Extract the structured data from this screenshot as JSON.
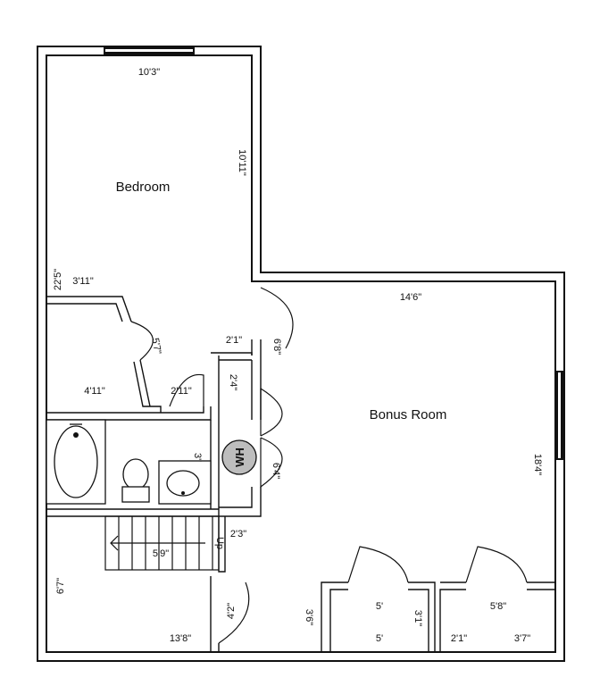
{
  "rooms": {
    "bedroom": "Bedroom",
    "bonus_room": "Bonus Room"
  },
  "water_heater": "WH",
  "stairs": {
    "direction": "Up"
  },
  "dimensions": {
    "bedroom_width": "10'3\"",
    "bedroom_depth": "10'11\"",
    "bedroom_side": "22'5\"",
    "closet_top": "3'11\"",
    "closet_diag": "5'7\"",
    "closet_bottom": "4'11\"",
    "hall_small": "2'11\"",
    "hall_top": "2'1\"",
    "door_right": "6'8\"",
    "closet_left": "2'4\"",
    "wh_side": "6'4\"",
    "bath_small": "3\"",
    "bonus_width": "14'6\"",
    "bonus_depth": "18'4\"",
    "stair_width": "5'9\"",
    "stair_landing": "2'3\"",
    "lower_left": "6'7\"",
    "lower_bottom": "13'8\"",
    "lower_door": "4'2\"",
    "lower_gap": "3'6\"",
    "closet_a_top": "5'",
    "closet_a_bottom": "5'",
    "closet_a_side": "3'1\"",
    "closet_b_top": "5'8\"",
    "closet_b_left": "2'1\"",
    "closet_b_right": "3'7\""
  },
  "colors": {
    "wall": "#111111",
    "water_heater_fill": "#bdbdbd",
    "background": "#ffffff"
  }
}
